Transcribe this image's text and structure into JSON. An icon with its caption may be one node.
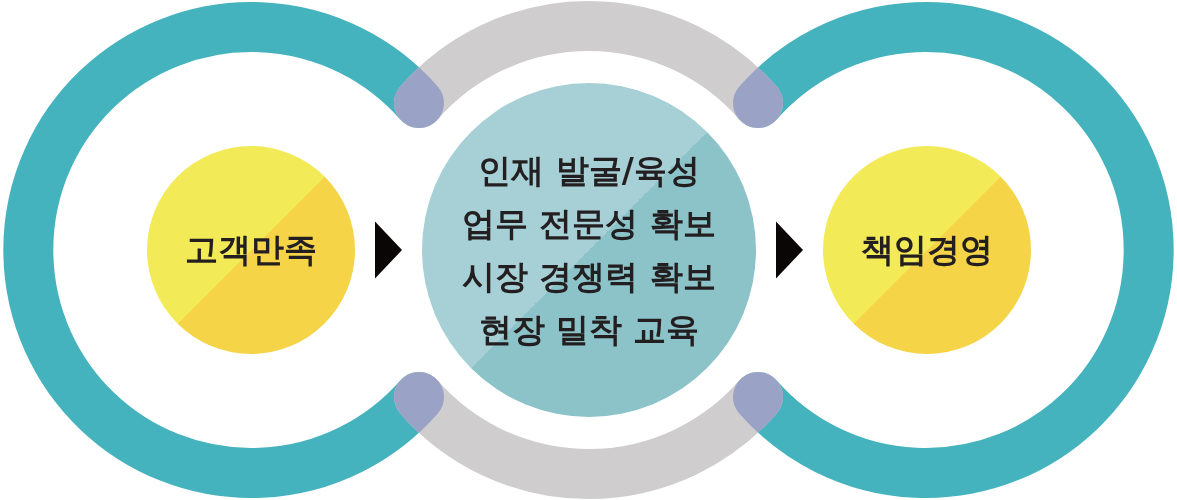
{
  "diagram": {
    "nodes": [
      {
        "text": [
          "고객만족"
        ]
      },
      {
        "text": [
          "인재 발굴/육성",
          "업무 전문성 확보",
          "시장 경쟁력 확보",
          "현장 밀착 교육"
        ]
      },
      {
        "text": [
          "책임경영"
        ]
      }
    ],
    "edges": [
      {
        "from": 0,
        "to": 1,
        "arrow": "to"
      },
      {
        "from": 1,
        "to": 2,
        "arrow": "to"
      }
    ]
  }
}
